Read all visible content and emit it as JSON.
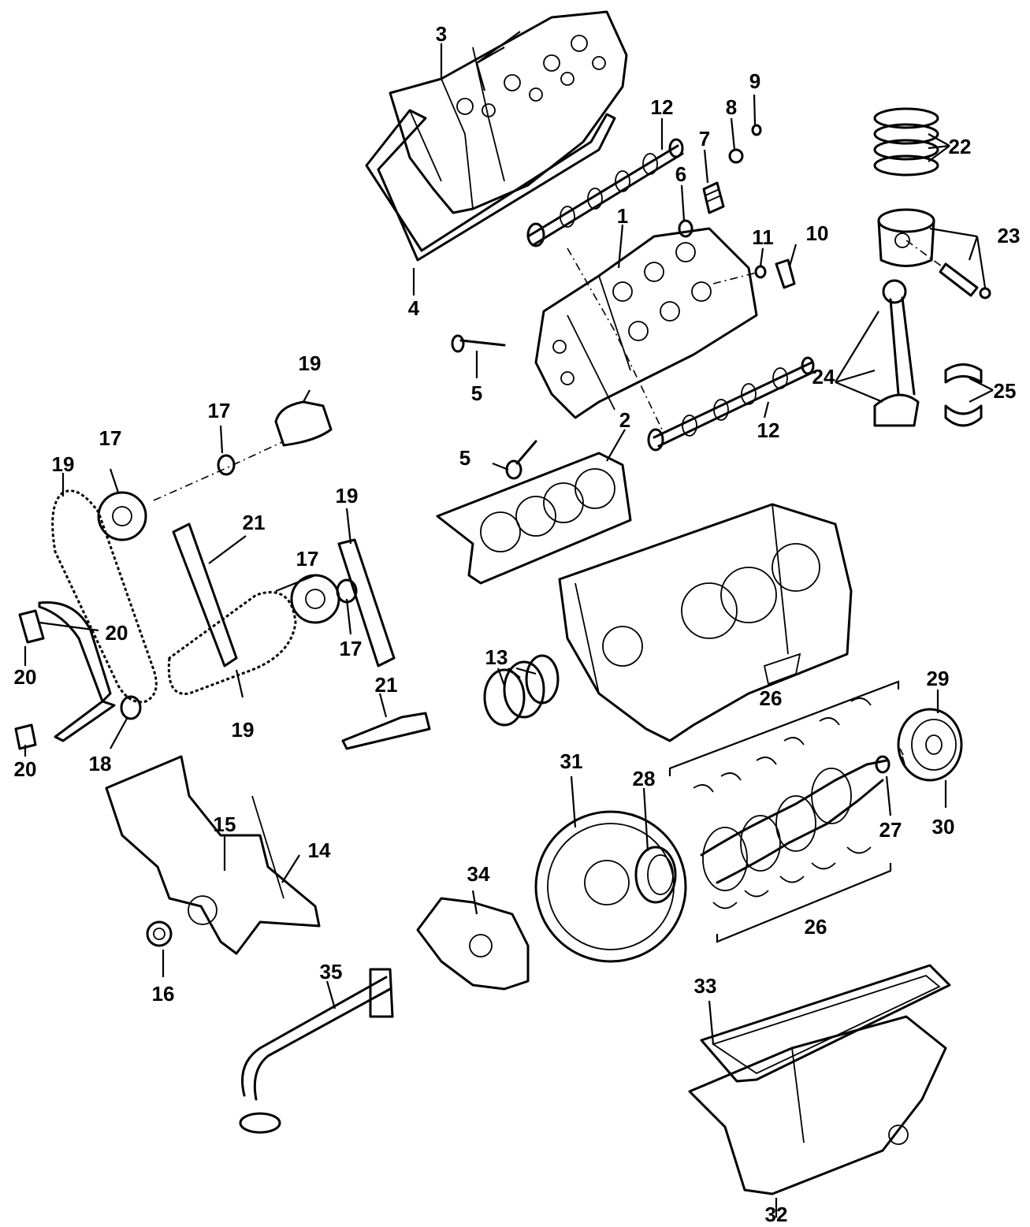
{
  "callouts": [
    {
      "id": "c1",
      "text": "1"
    },
    {
      "id": "c2",
      "text": "2"
    },
    {
      "id": "c3",
      "text": "3"
    },
    {
      "id": "c4",
      "text": "4"
    },
    {
      "id": "c5a",
      "text": "5"
    },
    {
      "id": "c5b",
      "text": "5"
    },
    {
      "id": "c6",
      "text": "6"
    },
    {
      "id": "c7",
      "text": "7"
    },
    {
      "id": "c8",
      "text": "8"
    },
    {
      "id": "c9",
      "text": "9"
    },
    {
      "id": "c10",
      "text": "10"
    },
    {
      "id": "c11",
      "text": "11"
    },
    {
      "id": "c12a",
      "text": "12"
    },
    {
      "id": "c12b",
      "text": "12"
    },
    {
      "id": "c13",
      "text": "13"
    },
    {
      "id": "c14",
      "text": "14"
    },
    {
      "id": "c15",
      "text": "15"
    },
    {
      "id": "c16",
      "text": "16"
    },
    {
      "id": "c17a",
      "text": "17"
    },
    {
      "id": "c17b",
      "text": "17"
    },
    {
      "id": "c17c",
      "text": "17"
    },
    {
      "id": "c17d",
      "text": "17"
    },
    {
      "id": "c18",
      "text": "18"
    },
    {
      "id": "c19a",
      "text": "19"
    },
    {
      "id": "c19b",
      "text": "19"
    },
    {
      "id": "c19c",
      "text": "19"
    },
    {
      "id": "c19d",
      "text": "19"
    },
    {
      "id": "c20a",
      "text": "20"
    },
    {
      "id": "c20b",
      "text": "20"
    },
    {
      "id": "c20c",
      "text": "20"
    },
    {
      "id": "c21a",
      "text": "21"
    },
    {
      "id": "c21b",
      "text": "21"
    },
    {
      "id": "c22",
      "text": "22"
    },
    {
      "id": "c23",
      "text": "23"
    },
    {
      "id": "c24",
      "text": "24"
    },
    {
      "id": "c25",
      "text": "25"
    },
    {
      "id": "c26a",
      "text": "26"
    },
    {
      "id": "c26b",
      "text": "26"
    },
    {
      "id": "c27",
      "text": "27"
    },
    {
      "id": "c28",
      "text": "28"
    },
    {
      "id": "c29",
      "text": "29"
    },
    {
      "id": "c30",
      "text": "30"
    },
    {
      "id": "c31",
      "text": "31"
    },
    {
      "id": "c32",
      "text": "32"
    },
    {
      "id": "c33",
      "text": "33"
    },
    {
      "id": "c34",
      "text": "34"
    },
    {
      "id": "c35",
      "text": "35"
    }
  ]
}
